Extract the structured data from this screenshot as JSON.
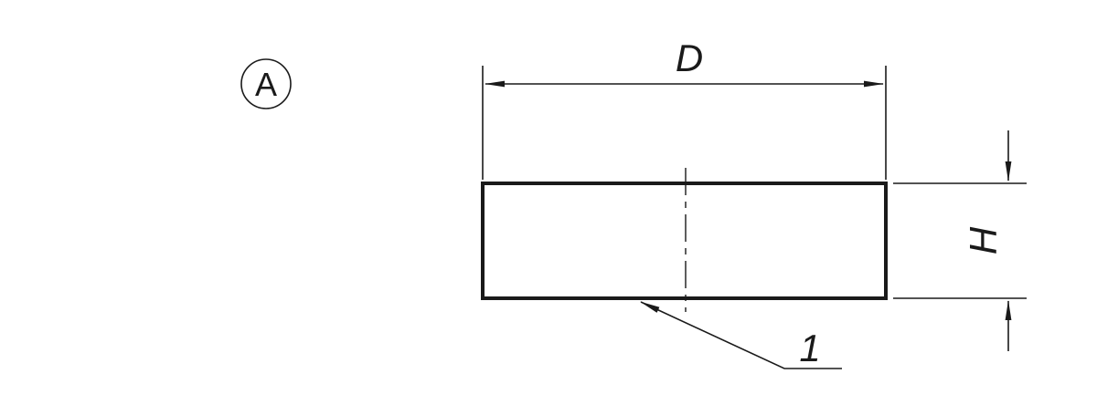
{
  "drawing": {
    "view_label": "A",
    "dimension_width_label": "D",
    "dimension_height_label": "H",
    "callout_label": "1",
    "colors": {
      "ink": "#1a1a1a",
      "background": "#ffffff"
    }
  }
}
